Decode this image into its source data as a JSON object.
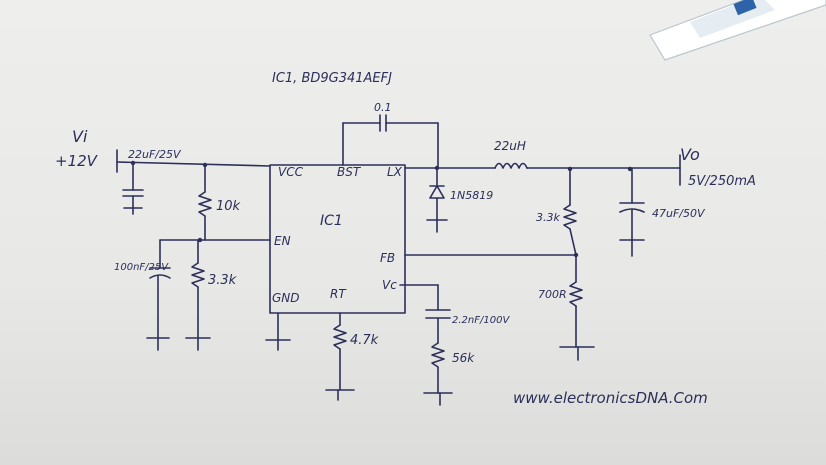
{
  "title": "IC1, BD9G341AEFJ",
  "ic": {
    "name": "IC1",
    "pins": {
      "vcc": "VCC",
      "bst": "BST",
      "lx": "LX",
      "en": "EN",
      "fb": "FB",
      "vc": "Vc",
      "gnd": "GND",
      "rt": "RT"
    }
  },
  "input": {
    "symbol": "Vi",
    "voltage": "+12V"
  },
  "output": {
    "symbol": "Vo",
    "rating": "5V/250mA"
  },
  "components": {
    "c_in": "22uF/25V",
    "r_top": "10k",
    "r_en": "3.3k",
    "c_en": "100nF/25V",
    "c_boot": "0.1",
    "inductor": "22uH",
    "diode": "1N5819",
    "r_fb_top": "3.3k",
    "r_fb_bot": "700R",
    "c_out": "47uF/50V",
    "r_rt": "4.7k",
    "c_comp": "2.2nF/100V",
    "r_comp": "56k"
  },
  "watermark": "www.electronicsDNA.Com"
}
